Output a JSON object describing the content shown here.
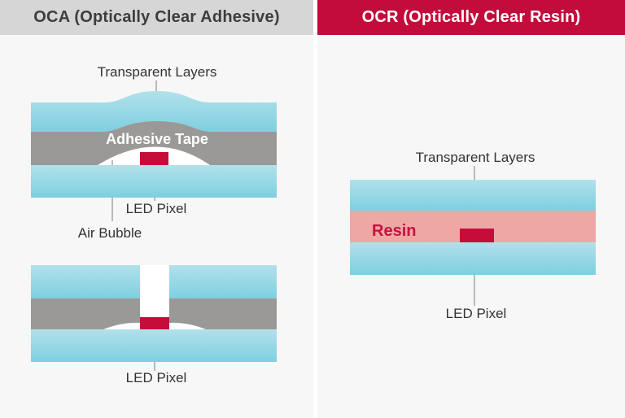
{
  "panels": {
    "oca": {
      "header": "OCA (Optically Clear Adhesive)",
      "diagram_bubble": {
        "transparent_layers_label": "Transparent Layers",
        "adhesive_tape_label": "Adhesive Tape",
        "led_pixel_label": "LED Pixel",
        "air_bubble_label": "Air Bubble"
      },
      "diagram_gap": {
        "led_pixel_label": "LED Pixel"
      }
    },
    "ocr": {
      "header": "OCR (Optically Clear Resin)",
      "diagram": {
        "transparent_layers_label": "Transparent Layers",
        "resin_label": "Resin",
        "led_pixel_label": "LED Pixel"
      }
    }
  },
  "colors": {
    "header_gray_bg": "#d6d6d6",
    "header_text_dark": "#3d3d3d",
    "header_red_bg": "#c30b3c",
    "layer_blue_light": "#b2e1eb",
    "layer_blue_deep": "#7ecfe0",
    "layer_gray": "#9a9997",
    "air_bubble_white": "#ffffff",
    "led_red": "#c60d3a",
    "resin_pink": "#eea7a4",
    "resin_text_red": "#c41340",
    "leader_line_gray": "#a6a6a6"
  }
}
